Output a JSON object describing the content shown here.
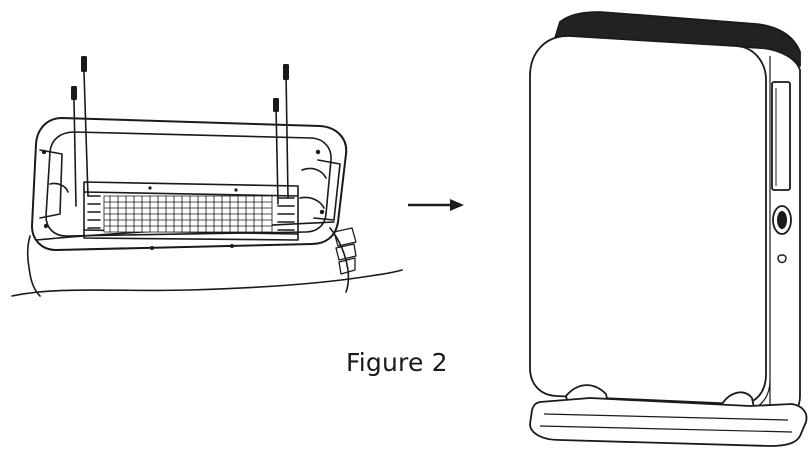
{
  "figure": {
    "caption": "Figure 2"
  },
  "colors": {
    "line": "#1a1a1a",
    "heater_top": "#222222",
    "background": "#ffffff"
  },
  "steps": [
    "base-installation-drawing",
    "assembled-heater-drawing"
  ]
}
